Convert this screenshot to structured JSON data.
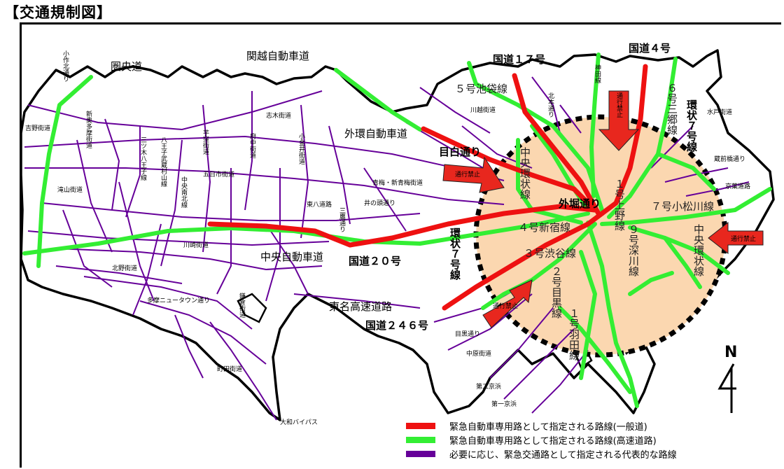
{
  "title": "【交通規制図】",
  "labels": {
    "ken_o": "圏央道",
    "kanetsu": "関越自動車道",
    "gaikan": "外環自動車道",
    "chuo": "中央自動車道",
    "tomei": "東名高速道路",
    "r17": "国道１７号",
    "r4": "国道４号",
    "r20": "国道２０号",
    "r246": "国道２４６号",
    "mejiro": "目白通り",
    "sotobori": "外堀通り",
    "kanjo7": "環状７号線",
    "kanjo7b": "環状７号線",
    "north": "N"
  },
  "routes": {
    "ikebukuro5": "５号池袋線",
    "shinjuku4": "４号新宿線",
    "shibuya3": "３号渋谷線",
    "meguro2": "２号目黒線",
    "komatsugawa7": "７号小松川線",
    "fukagawa9": "９号深川線",
    "haneda1": "１号羽田線",
    "ueno1": "１号上野線",
    "misato6": "６号三郷線",
    "chuokanjo": "中央環状線",
    "kanjo_c": "中央環状線",
    "koganei": "小金井街道",
    "fuchu": "府中街道",
    "shiki": "志木街道",
    "imo": "芋窪街道",
    "itsukaichi": "五日市街道",
    "hachioji": "八王子武蔵村山線",
    "sanbon": "三ツ木八王子線",
    "chuonanboku": "中央南北線",
    "ome": "青梅・新青梅街道",
    "higashiyamato": "東八道路",
    "inokashira": "井の頭通り",
    "mitaka": "三鷹通り",
    "takiyama": "滝山街道",
    "kawasaki": "川崎街道",
    "kitano": "北野街道",
    "tama": "多摩ニュータウン通り",
    "kamakura": "鎌倉街道",
    "machida": "町田街道",
    "yamato": "大和バイパス",
    "yoshino": "吉野街道",
    "shinoume": "新奥多摩街道",
    "kosaku": "小作北通り",
    "kawagoe": "川越街道",
    "kitahon": "北本通り",
    "mito": "水戸街道",
    "kuramae": "蔵前橋通り",
    "keiyo": "京葉道路",
    "meguro": "目黒通り",
    "nakahara": "中原街道",
    "daini": "第二京浜",
    "daiichi": "第一京浜",
    "kanda": "神田線"
  },
  "signs": {
    "north": "通行禁止",
    "west": "通行禁止",
    "east": "通行禁止",
    "south": "通行禁止"
  },
  "legend": [
    {
      "label": "緊急自動車専用路として指定される路線(一般道)",
      "color": "#ee1111"
    },
    {
      "label": "緊急自動車専用路として指定される路線(高速道路)",
      "color": "#33ee33"
    },
    {
      "label": "必要に応じ、緊急交通路として指定される代表的な路線",
      "color": "#660099"
    }
  ],
  "colors": {
    "red_route": "#ee1111",
    "green_route": "#33ee33",
    "purple_route": "#660099",
    "zone_fill": "#fbd7b0",
    "arrow": "#e8271e"
  }
}
